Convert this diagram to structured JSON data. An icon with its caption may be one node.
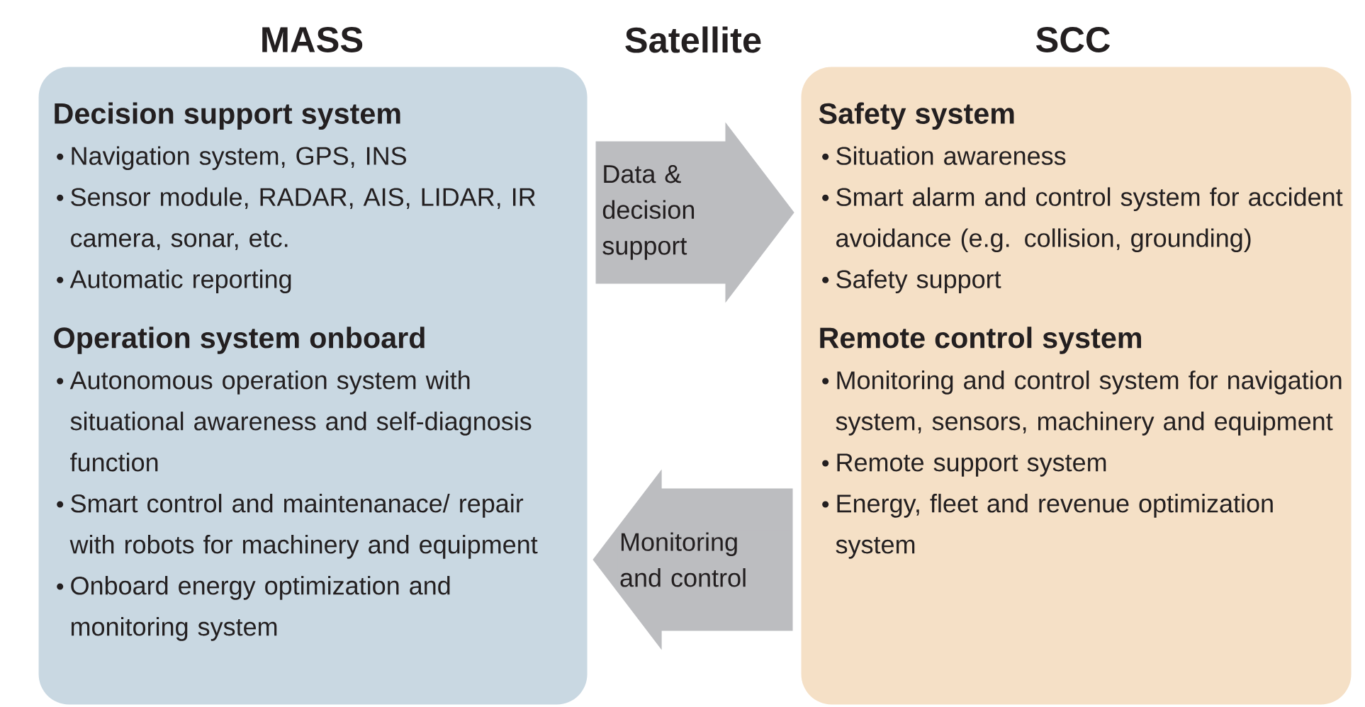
{
  "diagram": {
    "nodes": [
      {
        "text": [
          "MASS",
          "Decision support system",
          "Navigation system, GPS, INS",
          "Sensor module, RADAR, AIS, LIDAR, IR camera, sonar, etc.",
          "Automatic reporting",
          "Operation system onboard",
          "Autonomous operation system with situational awareness and self-diagnosis function",
          "Smart control and maintenanace/ repair with robots for machinery and equipment",
          "Onboard energy optimization and monitoring system"
        ]
      },
      {
        "text": [
          "SCC",
          "Safety system",
          "Situation awareness",
          "Smart alarm and control system for accident avoidance (e.g. collision, grounding)",
          "Safety support",
          "Remote control system",
          "Monitoring and control system for navigation system, sensors, machinery and equipment",
          "Remote support system",
          "Energy, fleet and revenue optimization system"
        ]
      }
    ],
    "edges": [
      {
        "from": 0,
        "to": 1,
        "arrow": "to",
        "label": "Data & decision support",
        "style": "thick"
      },
      {
        "from": 1,
        "to": 0,
        "arrow": "to",
        "label": "Monitoring and control",
        "style": "thick"
      }
    ],
    "labels": [
      "Satellite"
    ]
  }
}
